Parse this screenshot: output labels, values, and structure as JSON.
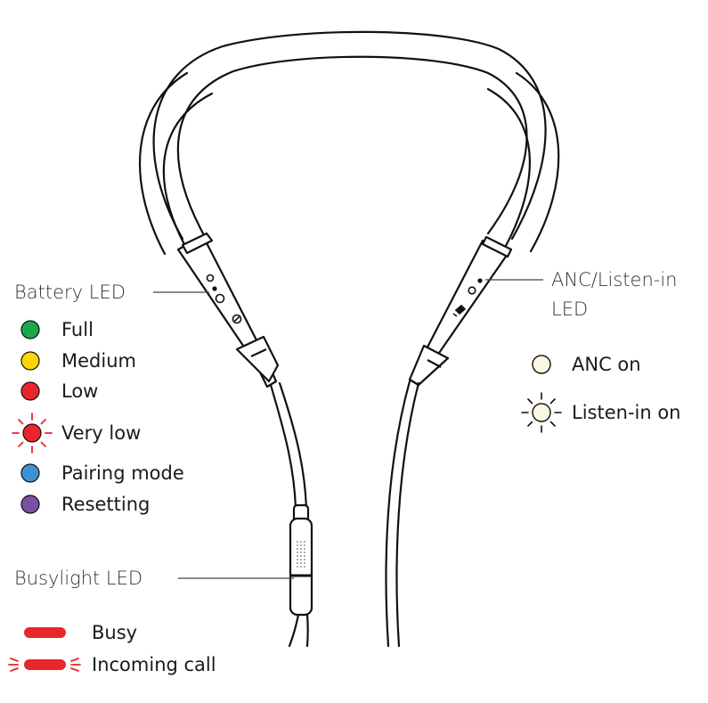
{
  "callouts": {
    "battery_led": "Battery LED",
    "anc_led_line1": "ANC/Listen-in",
    "anc_led_line2": "LED",
    "busylight_led": "Busylight LED"
  },
  "battery_states": [
    {
      "label": "Full",
      "color": "#1aa84a",
      "icon": "solid-dot-icon"
    },
    {
      "label": "Medium",
      "color": "#ffd400",
      "icon": "solid-dot-icon"
    },
    {
      "label": "Low",
      "color": "#e8262b",
      "icon": "solid-dot-icon"
    },
    {
      "label": "Very low",
      "color": "#e8262b",
      "icon": "flashing-dot-icon"
    },
    {
      "label": "Pairing mode",
      "color": "#3f92d2",
      "icon": "solid-dot-icon"
    },
    {
      "label": "Resetting",
      "color": "#7b4fa1",
      "icon": "solid-dot-icon"
    }
  ],
  "anc_states": [
    {
      "label": "ANC on",
      "color": "#fbf7e4",
      "icon": "solid-dot-icon"
    },
    {
      "label": "Listen-in on",
      "color": "#fbf7e4",
      "icon": "flashing-dot-icon"
    }
  ],
  "busylight_states": [
    {
      "label": "Busy",
      "color": "#e8262b",
      "icon": "solid-bar-icon"
    },
    {
      "label": "Incoming call",
      "color": "#e8262b",
      "icon": "flashing-bar-icon"
    }
  ]
}
